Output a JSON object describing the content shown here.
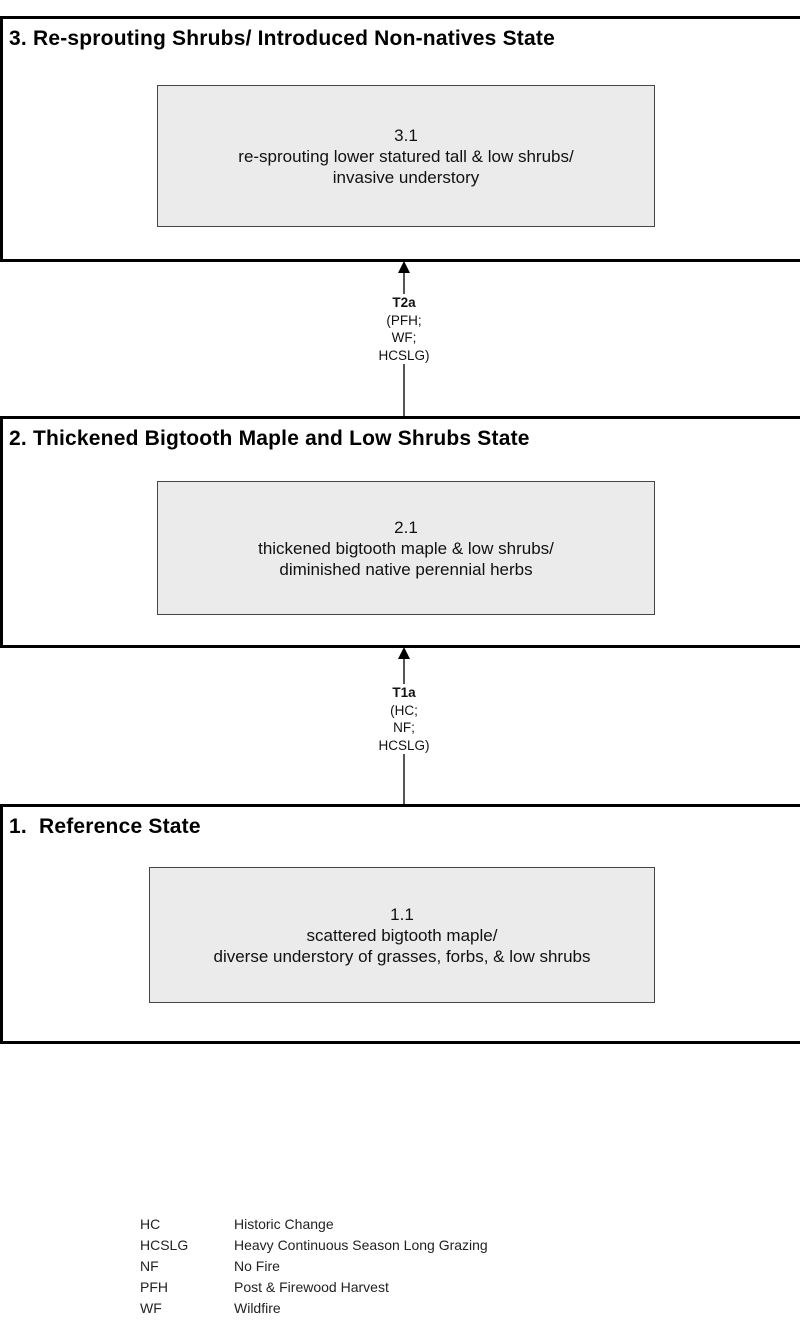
{
  "states": [
    {
      "title": "3. Re-sprouting Shrubs/ Introduced Non-natives State",
      "phase": {
        "id": "3.1",
        "line1": "re-sprouting lower statured tall & low shrubs/",
        "line2": "invasive understory"
      }
    },
    {
      "title": "2. Thickened Bigtooth Maple and Low Shrubs State",
      "phase": {
        "id": "2.1",
        "line1": "thickened bigtooth maple & low shrubs/",
        "line2": "diminished native perennial herbs"
      }
    },
    {
      "title": "1.  Reference State",
      "phase": {
        "id": "1.1",
        "line1": "scattered bigtooth maple/",
        "line2": "diverse understory of grasses, forbs, & low shrubs"
      }
    }
  ],
  "transitions": [
    {
      "id": "T2a",
      "causes": [
        "(PFH;",
        "WF;",
        "HCSLG)"
      ]
    },
    {
      "id": "T1a",
      "causes": [
        "(HC;",
        "NF;",
        "HCSLG)"
      ]
    }
  ],
  "legend": [
    {
      "abbr": "HC",
      "meaning": "Historic Change"
    },
    {
      "abbr": "HCSLG",
      "meaning": "Heavy Continuous Season Long Grazing"
    },
    {
      "abbr": "NF",
      "meaning": "No Fire"
    },
    {
      "abbr": "PFH",
      "meaning": "Post & Firewood Harvest"
    },
    {
      "abbr": "WF",
      "meaning": "Wildfire"
    }
  ]
}
